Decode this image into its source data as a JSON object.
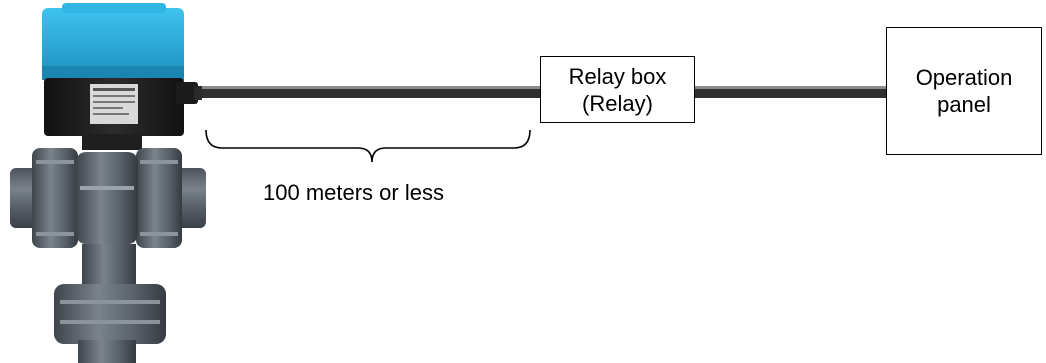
{
  "relay_box": {
    "line1": "Relay box",
    "line2": "(Relay)"
  },
  "operation_panel": {
    "line1": "Operation",
    "line2": "panel"
  },
  "distance": {
    "label": "100 meters or less"
  },
  "colors": {
    "actuator_blue": "#2aa9d6",
    "actuator_black": "#1e1e1e",
    "pvc_gray": "#5f6770",
    "cable": "#3a3a3a"
  }
}
